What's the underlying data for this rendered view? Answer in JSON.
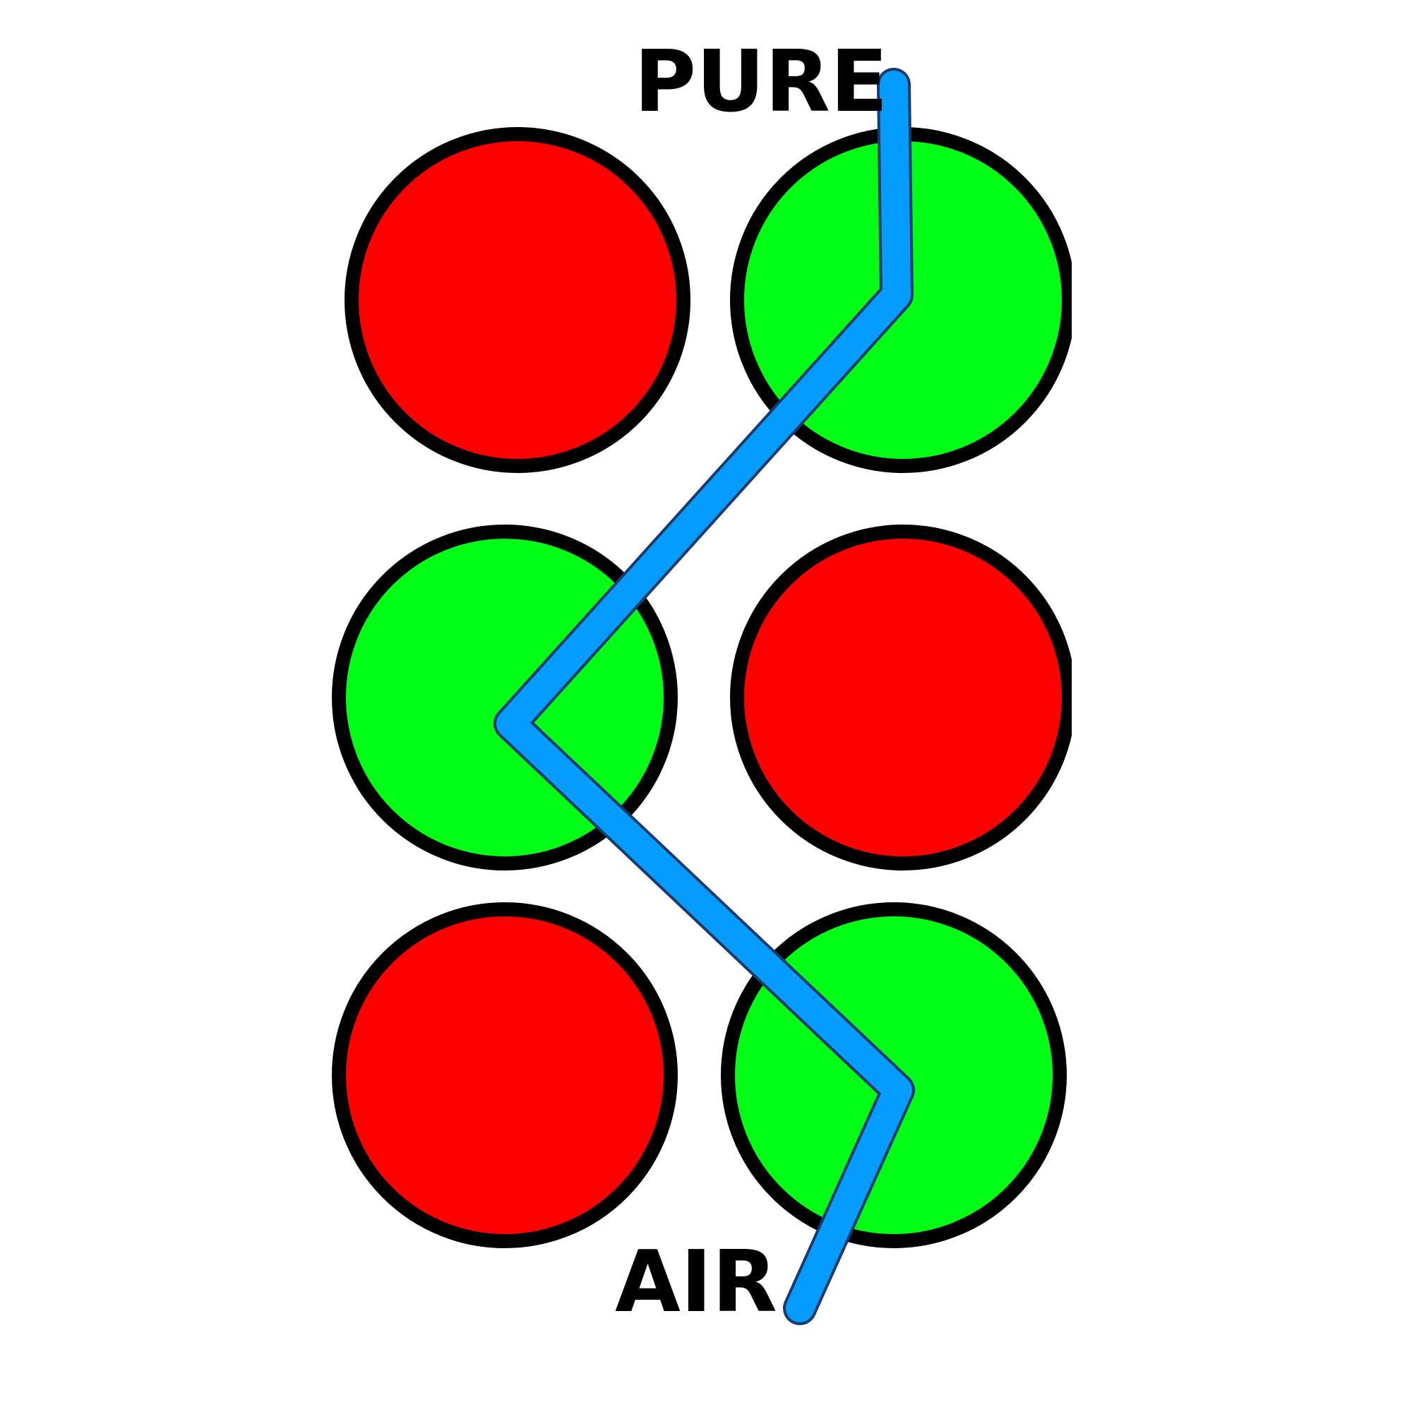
{
  "labels": {
    "top": "PURE",
    "bottom": "AIR"
  },
  "colors": {
    "red": "#ff0000",
    "green": "#00ff14",
    "outline": "#000000",
    "path": "#049cff",
    "path_edge": "#1a3a6a",
    "background": "#ffffff"
  },
  "grid": {
    "rows": [
      [
        "red",
        "green"
      ],
      [
        "green",
        "red"
      ],
      [
        "red",
        "green"
      ]
    ]
  },
  "path": {
    "passes_through": [
      "row1-right",
      "row2-left",
      "row3-right"
    ],
    "from_label": "PURE",
    "to_label": "AIR"
  }
}
